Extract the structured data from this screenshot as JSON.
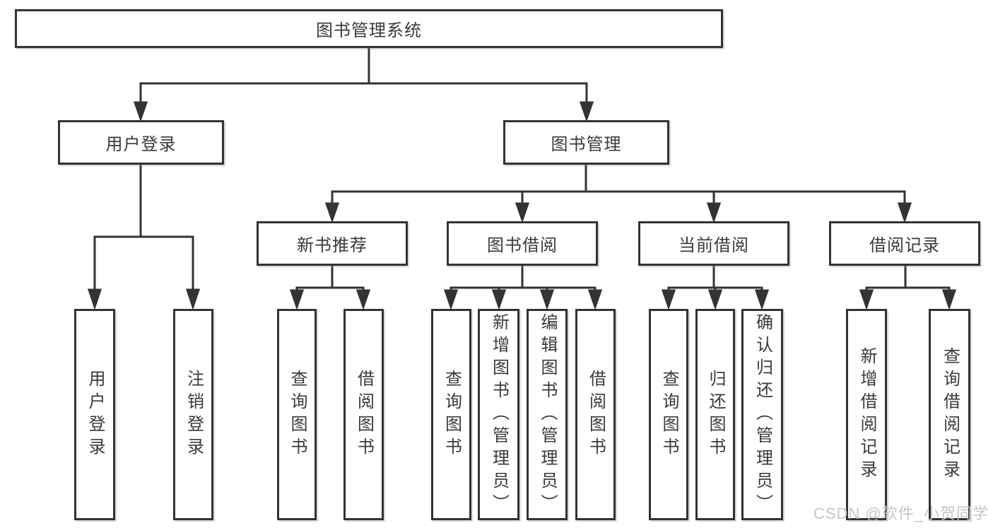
{
  "tree": {
    "root": {
      "label": "图书管理系统",
      "children": [
        {
          "label": "用户登录",
          "children": [
            {
              "label": "用户登录"
            },
            {
              "label": "注销登录"
            }
          ]
        },
        {
          "label": "图书管理",
          "children": [
            {
              "label": "新书推荐",
              "children": [
                {
                  "label": "查询图书"
                },
                {
                  "label": "借阅图书"
                }
              ]
            },
            {
              "label": "图书借阅",
              "children": [
                {
                  "label": "查询图书"
                },
                {
                  "label": "新增图书（管理员）"
                },
                {
                  "label": "编辑图书（管理员）"
                },
                {
                  "label": "借阅图书"
                }
              ]
            },
            {
              "label": "当前借阅",
              "children": [
                {
                  "label": "查询图书"
                },
                {
                  "label": "归还图书"
                },
                {
                  "label": "确认归还（管理员）"
                }
              ]
            },
            {
              "label": "借阅记录",
              "children": [
                {
                  "label": "新增借阅记录"
                },
                {
                  "label": "查询借阅记录"
                }
              ]
            }
          ]
        }
      ]
    }
  },
  "watermark": {
    "text": "CSDN @软件_小贺同学"
  },
  "colors": {
    "line": "#333333",
    "text": "#3a3a3a",
    "background": "#ffffff",
    "watermark": "#c3c3c3"
  }
}
